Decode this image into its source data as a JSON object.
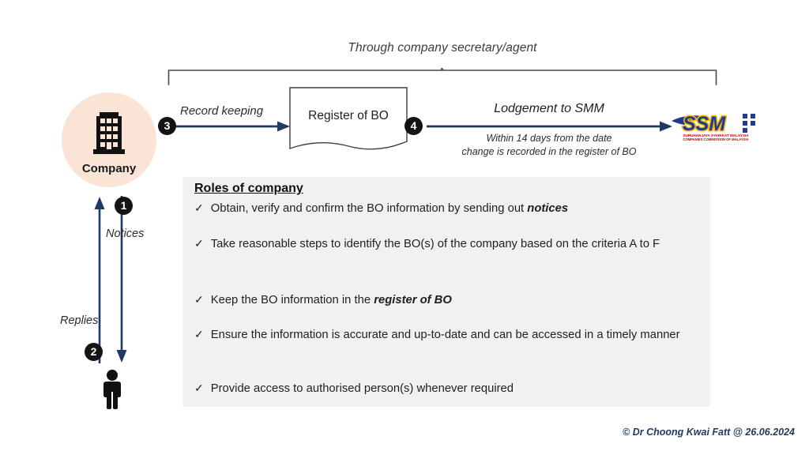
{
  "diagram": {
    "top_caption": "Through company secretary/agent",
    "nodes": {
      "company_label": "Company",
      "register_label": "Register of BO"
    },
    "flows": [
      {
        "badge": "1",
        "label": "Notices",
        "direction": "down"
      },
      {
        "badge": "2",
        "label": "Replies",
        "direction": "up"
      },
      {
        "badge": "3",
        "label": "Record keeping",
        "direction": "right"
      },
      {
        "badge": "4",
        "label": "Lodgement  to SMM",
        "direction": "right"
      }
    ],
    "lodgement_note": "Within 14 days from the date\nchange is recorded in the register of BO",
    "ssm_logo": {
      "mark": "SSM",
      "line1": "SURUHANJAYA SYARIKAT MALAYSIA",
      "line2": "COMPANIES COMMISSION OF MALAYSIA"
    }
  },
  "roles_panel": {
    "title": "Roles of company",
    "check_glyph": "✓",
    "items": [
      {
        "pre": "Obtain, verify and confirm the BO information by sending out ",
        "em": "notices",
        "post": ""
      },
      {
        "pre": "Take reasonable steps to identify the BO(s) of the company based on the criteria A to F",
        "em": "",
        "post": ""
      },
      {
        "pre": "Keep the BO information in the ",
        "em": "register of BO",
        "post": ""
      },
      {
        "pre": "Ensure the information is accurate and up-to-date and can be accessed in a timely manner",
        "em": "",
        "post": ""
      },
      {
        "pre": "Provide access to authorised person(s) whenever required",
        "em": "",
        "post": ""
      }
    ]
  },
  "footer": {
    "copyright": "© Dr Choong Kwai Fatt @ 26.06.2024"
  },
  "colors": {
    "arrow_navy": "#1f3864",
    "circle_peach": "#fae4d6",
    "panel_gray": "#f1f1f1",
    "badge_black": "#141414",
    "copyright_blue": "#203864",
    "logo_blue": "#1f3a93",
    "logo_gold": "#f2b800",
    "logo_red": "#c00000"
  }
}
